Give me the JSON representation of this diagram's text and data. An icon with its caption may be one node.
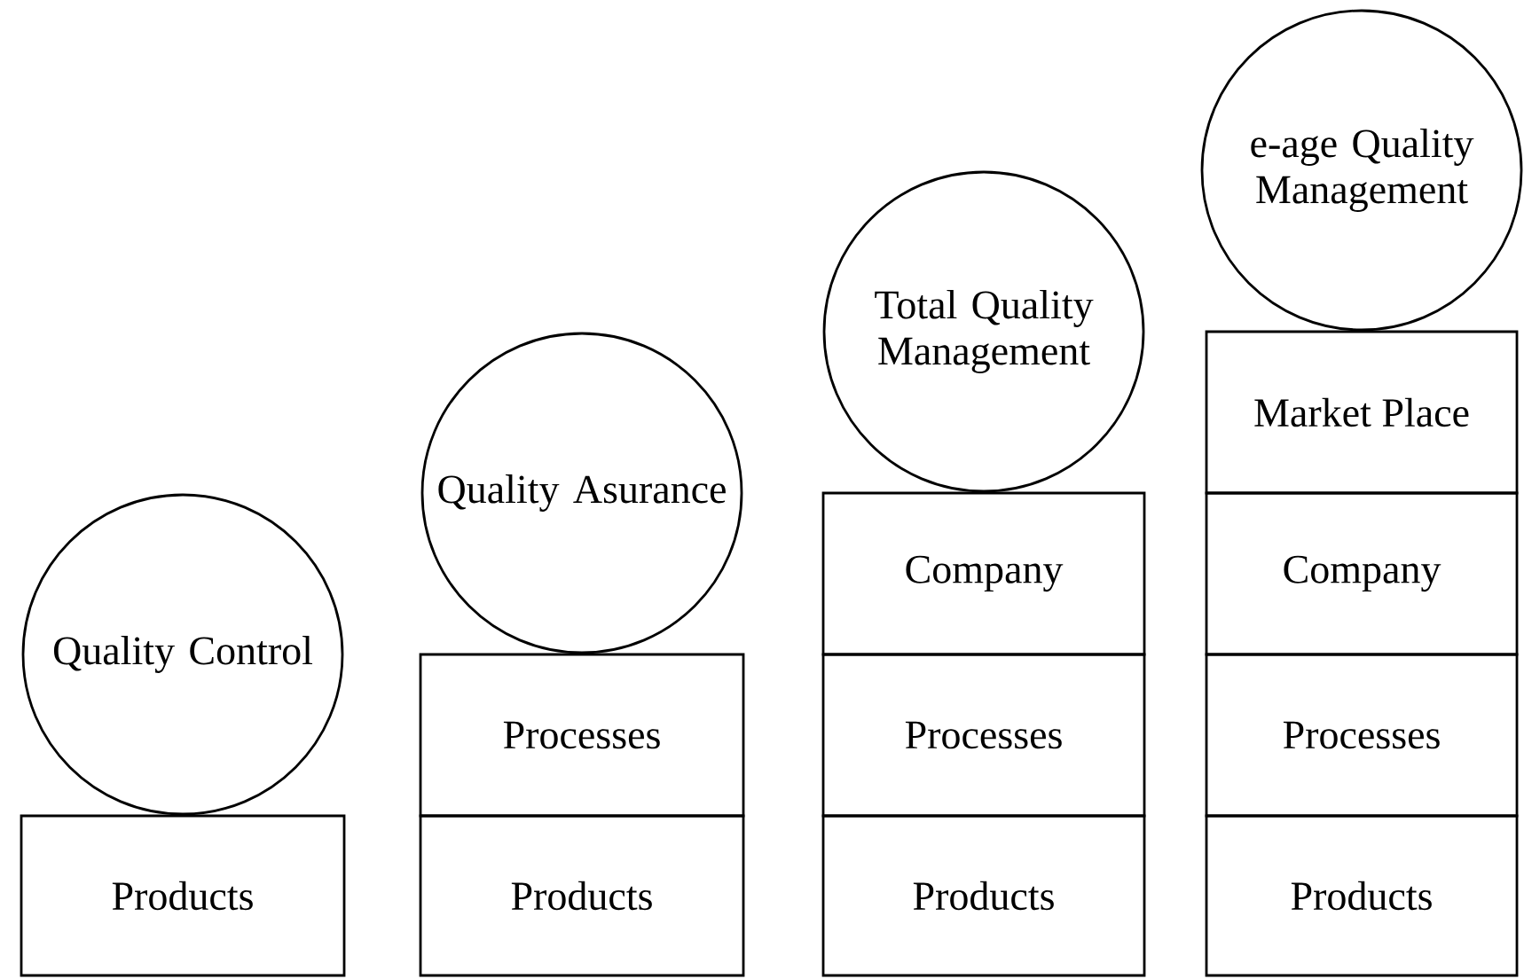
{
  "diagram": {
    "nodes": [
      {
        "text": [
          "Quality Control"
        ]
      },
      {
        "text": [
          "Products"
        ]
      },
      {
        "text": [
          "Quality Asurance"
        ]
      },
      {
        "text": [
          "Processes"
        ]
      },
      {
        "text": [
          "Products"
        ]
      },
      {
        "text": [
          "Total Quality Management"
        ]
      },
      {
        "text": [
          "Company"
        ]
      },
      {
        "text": [
          "Processes"
        ]
      },
      {
        "text": [
          "Products"
        ]
      },
      {
        "text": [
          "e-age Quality Management"
        ]
      },
      {
        "text": [
          "Market Place"
        ]
      },
      {
        "text": [
          "Company"
        ]
      },
      {
        "text": [
          "Processes"
        ]
      },
      {
        "text": [
          "Products"
        ]
      }
    ]
  }
}
